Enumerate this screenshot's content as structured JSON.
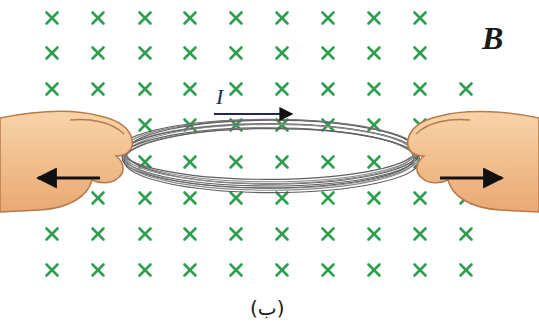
{
  "diagram": {
    "caption": "(ب)",
    "labels": [
      "B",
      "I"
    ]
  }
}
